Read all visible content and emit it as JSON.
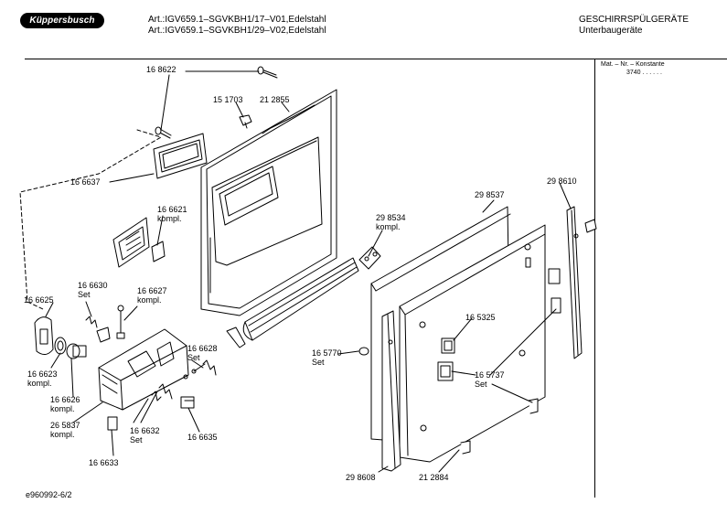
{
  "header": {
    "brand": "Küppersbusch",
    "art_line_1": "Art.:IGV659.1–SGVKBH1/17–V01,Edelstahl",
    "art_line_2": "Art.:IGV659.1–SGVKBH1/29–V02,Edelstahl",
    "category": "GESCHIRRSPÜLGERÄTE",
    "subcategory": "Unterbaugeräte"
  },
  "side_panel": {
    "heading": "Mat. – Nr. – Konstante",
    "value": "3740 . . . . . ."
  },
  "parts": [
    {
      "id": "p168622",
      "lines": [
        "16 8622"
      ]
    },
    {
      "id": "p151703",
      "lines": [
        "15 1703"
      ]
    },
    {
      "id": "p212855",
      "lines": [
        "21 2855"
      ]
    },
    {
      "id": "p166637",
      "lines": [
        "16 6637"
      ]
    },
    {
      "id": "p166621",
      "lines": [
        "16 6621",
        "kompl."
      ]
    },
    {
      "id": "p298534",
      "lines": [
        "29 8534",
        "kompl."
      ]
    },
    {
      "id": "p298537",
      "lines": [
        "29 8537"
      ]
    },
    {
      "id": "p298610",
      "lines": [
        "29 8610"
      ]
    },
    {
      "id": "p166630",
      "lines": [
        "16 6630",
        "Set"
      ]
    },
    {
      "id": "p166627",
      "lines": [
        "16 6627",
        "kompl."
      ]
    },
    {
      "id": "p166625",
      "lines": [
        "16 6625"
      ]
    },
    {
      "id": "p166628",
      "lines": [
        "16 6628",
        "Set"
      ]
    },
    {
      "id": "p165325",
      "lines": [
        "16 5325"
      ]
    },
    {
      "id": "p165770",
      "lines": [
        "16 5770",
        "Set"
      ]
    },
    {
      "id": "p166623",
      "lines": [
        "16 6623",
        "kompl."
      ]
    },
    {
      "id": "p165737",
      "lines": [
        "16 5737",
        "Set"
      ]
    },
    {
      "id": "p166626",
      "lines": [
        "16 6626",
        "kompl."
      ]
    },
    {
      "id": "p265837",
      "lines": [
        "26 5837",
        "kompl."
      ]
    },
    {
      "id": "p166632",
      "lines": [
        "16 6632",
        "Set"
      ]
    },
    {
      "id": "p166635",
      "lines": [
        "16 6635"
      ]
    },
    {
      "id": "p166633",
      "lines": [
        "16 6633"
      ]
    },
    {
      "id": "p298608",
      "lines": [
        "29 8608"
      ]
    },
    {
      "id": "p212884",
      "lines": [
        "21 2884"
      ]
    }
  ],
  "footer": {
    "code": "e960992-6/2"
  }
}
